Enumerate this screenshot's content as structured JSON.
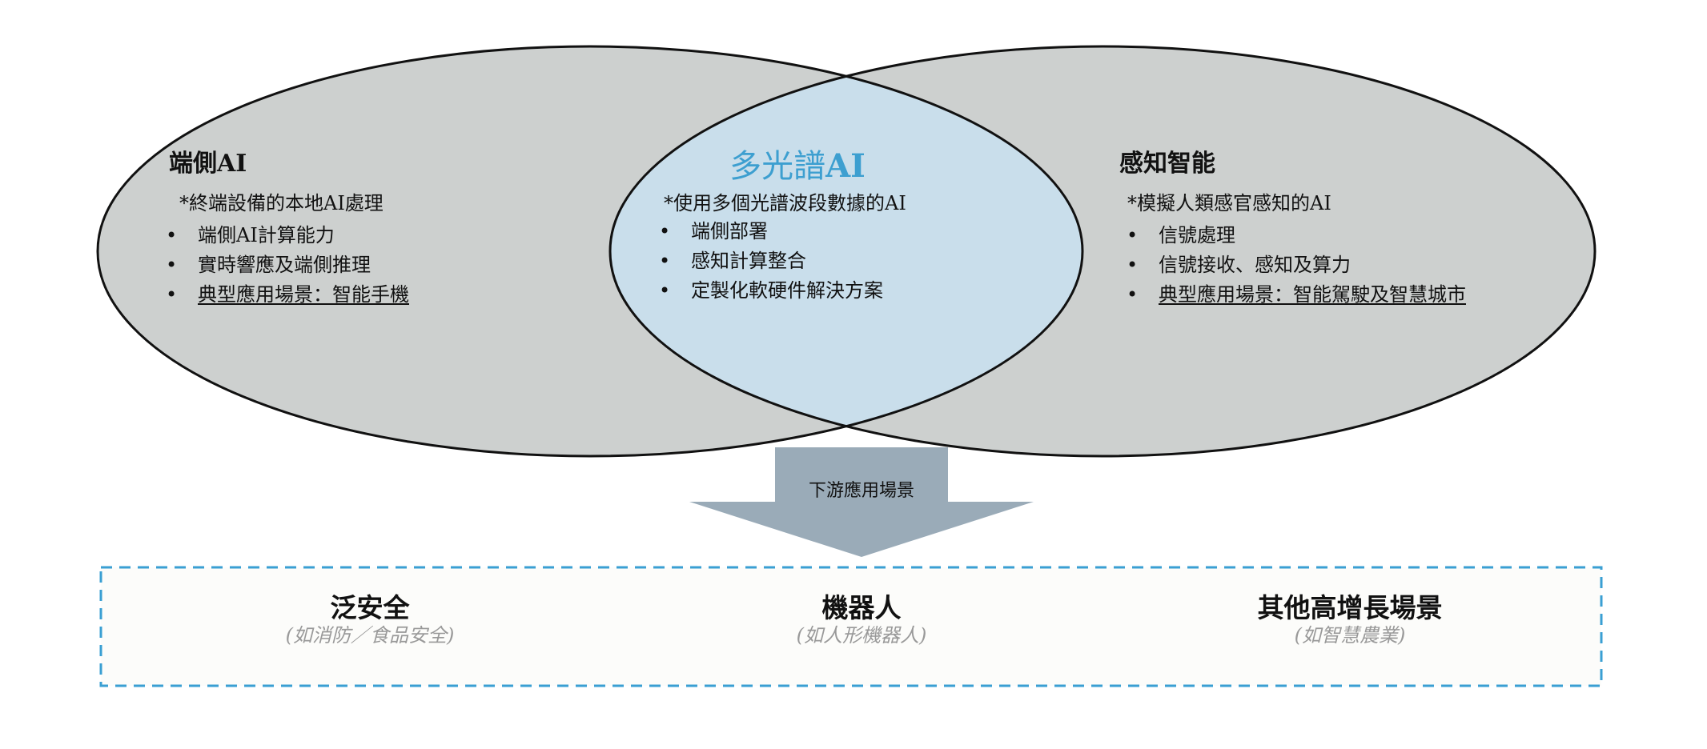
{
  "colors": {
    "ellipse_fill": "#cdd0cf",
    "center_fill": "#c9deeb",
    "outline": "#111111",
    "arrow": "#9aabb8",
    "dashed_border": "#3a9fd3",
    "center_title": "#3d9fd0",
    "example_text": "#999999"
  },
  "left": {
    "title": "端側AI",
    "subtitle": "*終端設備的本地AI處理",
    "items": [
      "端側AI計算能力",
      "實時響應及端側推理",
      "典型應用場景：智能手機"
    ]
  },
  "center": {
    "title_cjk": "多光譜",
    "title_latin": "AI",
    "subtitle": "*使用多個光譜波段數據的AI",
    "items": [
      "端側部署",
      "感知計算整合",
      "定製化軟硬件解決方案"
    ]
  },
  "right": {
    "title": "感知智能",
    "subtitle": "*模擬人類感官感知的AI",
    "items": [
      "信號處理",
      "信號接收、感知及算力",
      "典型應用場景：智能駕駛及智慧城市"
    ]
  },
  "arrow": {
    "label": "下游應用場景"
  },
  "applications": [
    {
      "title": "泛安全",
      "example": "(如消防／食品安全)"
    },
    {
      "title": "機器人",
      "example": "(如人形機器人)"
    },
    {
      "title": "其他高增長場景",
      "example": "(如智慧農業)"
    }
  ]
}
